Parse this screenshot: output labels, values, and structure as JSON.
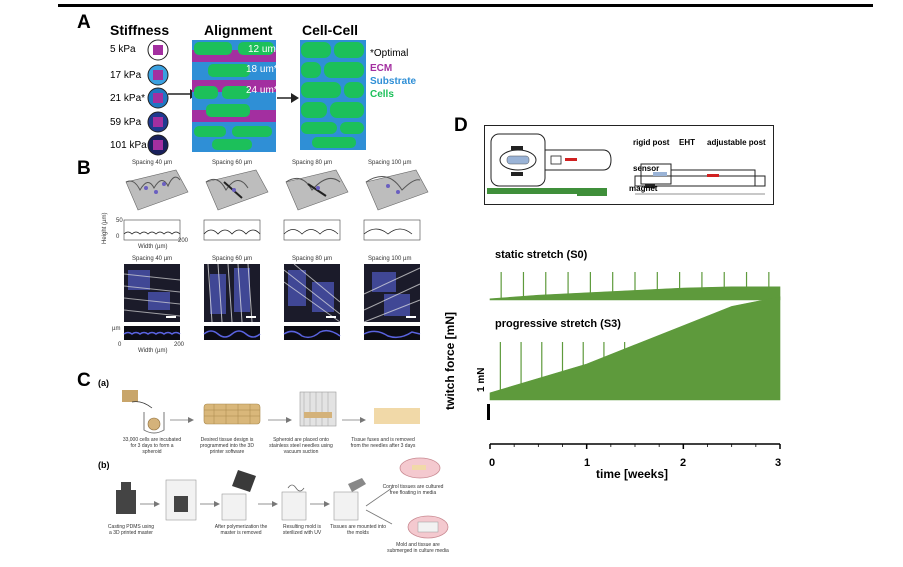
{
  "panelA": {
    "letter": "A",
    "headers": {
      "stiffness": "Stiffness",
      "alignment": "Alignment",
      "cellcell": "Cell-Cell"
    },
    "stiffness_values": [
      "5 kPa",
      "17 kPa",
      "21 kPa*",
      "59 kPa",
      "101 kPa"
    ],
    "spacing_labels": [
      "12 um",
      "18 um*",
      "24 um*"
    ],
    "legend": {
      "optimal": "*Optimal",
      "ecm": "ECM",
      "substrate": "Substrate",
      "cells": "Cells"
    },
    "colors": {
      "ecm": "#a32fa0",
      "substrate": "#2f8fd6",
      "cells": "#1cc05a"
    }
  },
  "panelB": {
    "letter": "B",
    "spacings": [
      "Spacing 40 µm",
      "Spacing 60 µm",
      "Spacing 80 µm",
      "Spacing 100 µm"
    ],
    "height_axis": "Height (µm)",
    "width_axis": "Width (µm)",
    "um_axis": "µm",
    "tick_0": "0",
    "tick_50": "50",
    "tick_200": "200"
  },
  "panelC": {
    "letter": "C",
    "sub_a": "(a)",
    "sub_b": "(b)",
    "steps_a": [
      "33,000 cells are incubated for 3 days to form a spheroid",
      "Desired tissue design is programmed into the 3D printer software",
      "Spheroid are placed onto stainless steel needles using vacuum suction",
      "Tissue fuses and is removed from the needles after 3 days"
    ],
    "steps_b": [
      "Casting PDMS using a 3D printed master",
      "After polymerization the master is removed",
      "Resulting mold is sterilized with UV",
      "Tissues are mounted into the molds"
    ],
    "outcome_top": "Control tissues are cultured free floating in media",
    "outcome_bottom": "Mold and tissue are submerged in culture media"
  },
  "panelD": {
    "letter": "D",
    "device_labels": {
      "rigid_post": "rigid post",
      "eht": "EHT",
      "adjustable_post": "adjustable post",
      "sensor": "sensor",
      "magnet": "magnet"
    },
    "trace_color": "#5e9a3c",
    "ylabel": "twitch force [mN]",
    "scale_bar": "1 mN",
    "xlabel": "time [weeks]"
  },
  "chart_data": {
    "type": "area",
    "xlabel": "time [weeks]",
    "ylabel": "twitch force [mN]",
    "xlim": [
      0,
      3
    ],
    "x_ticks": [
      "0",
      "1",
      "2",
      "3"
    ],
    "series": [
      {
        "name": "static stretch (S0)",
        "x": [
          0,
          0.5,
          1,
          1.5,
          2,
          2.5,
          3
        ],
        "y": [
          0.05,
          0.2,
          0.3,
          0.4,
          0.5,
          0.55,
          0.55
        ]
      },
      {
        "name": "progressive stretch (S3)",
        "x": [
          0,
          0.5,
          1,
          1.5,
          2,
          2.5,
          3
        ],
        "y": [
          0.3,
          0.9,
          1.5,
          2.3,
          3.1,
          3.9,
          4.3
        ]
      }
    ],
    "scale_bar_mN": 1
  }
}
